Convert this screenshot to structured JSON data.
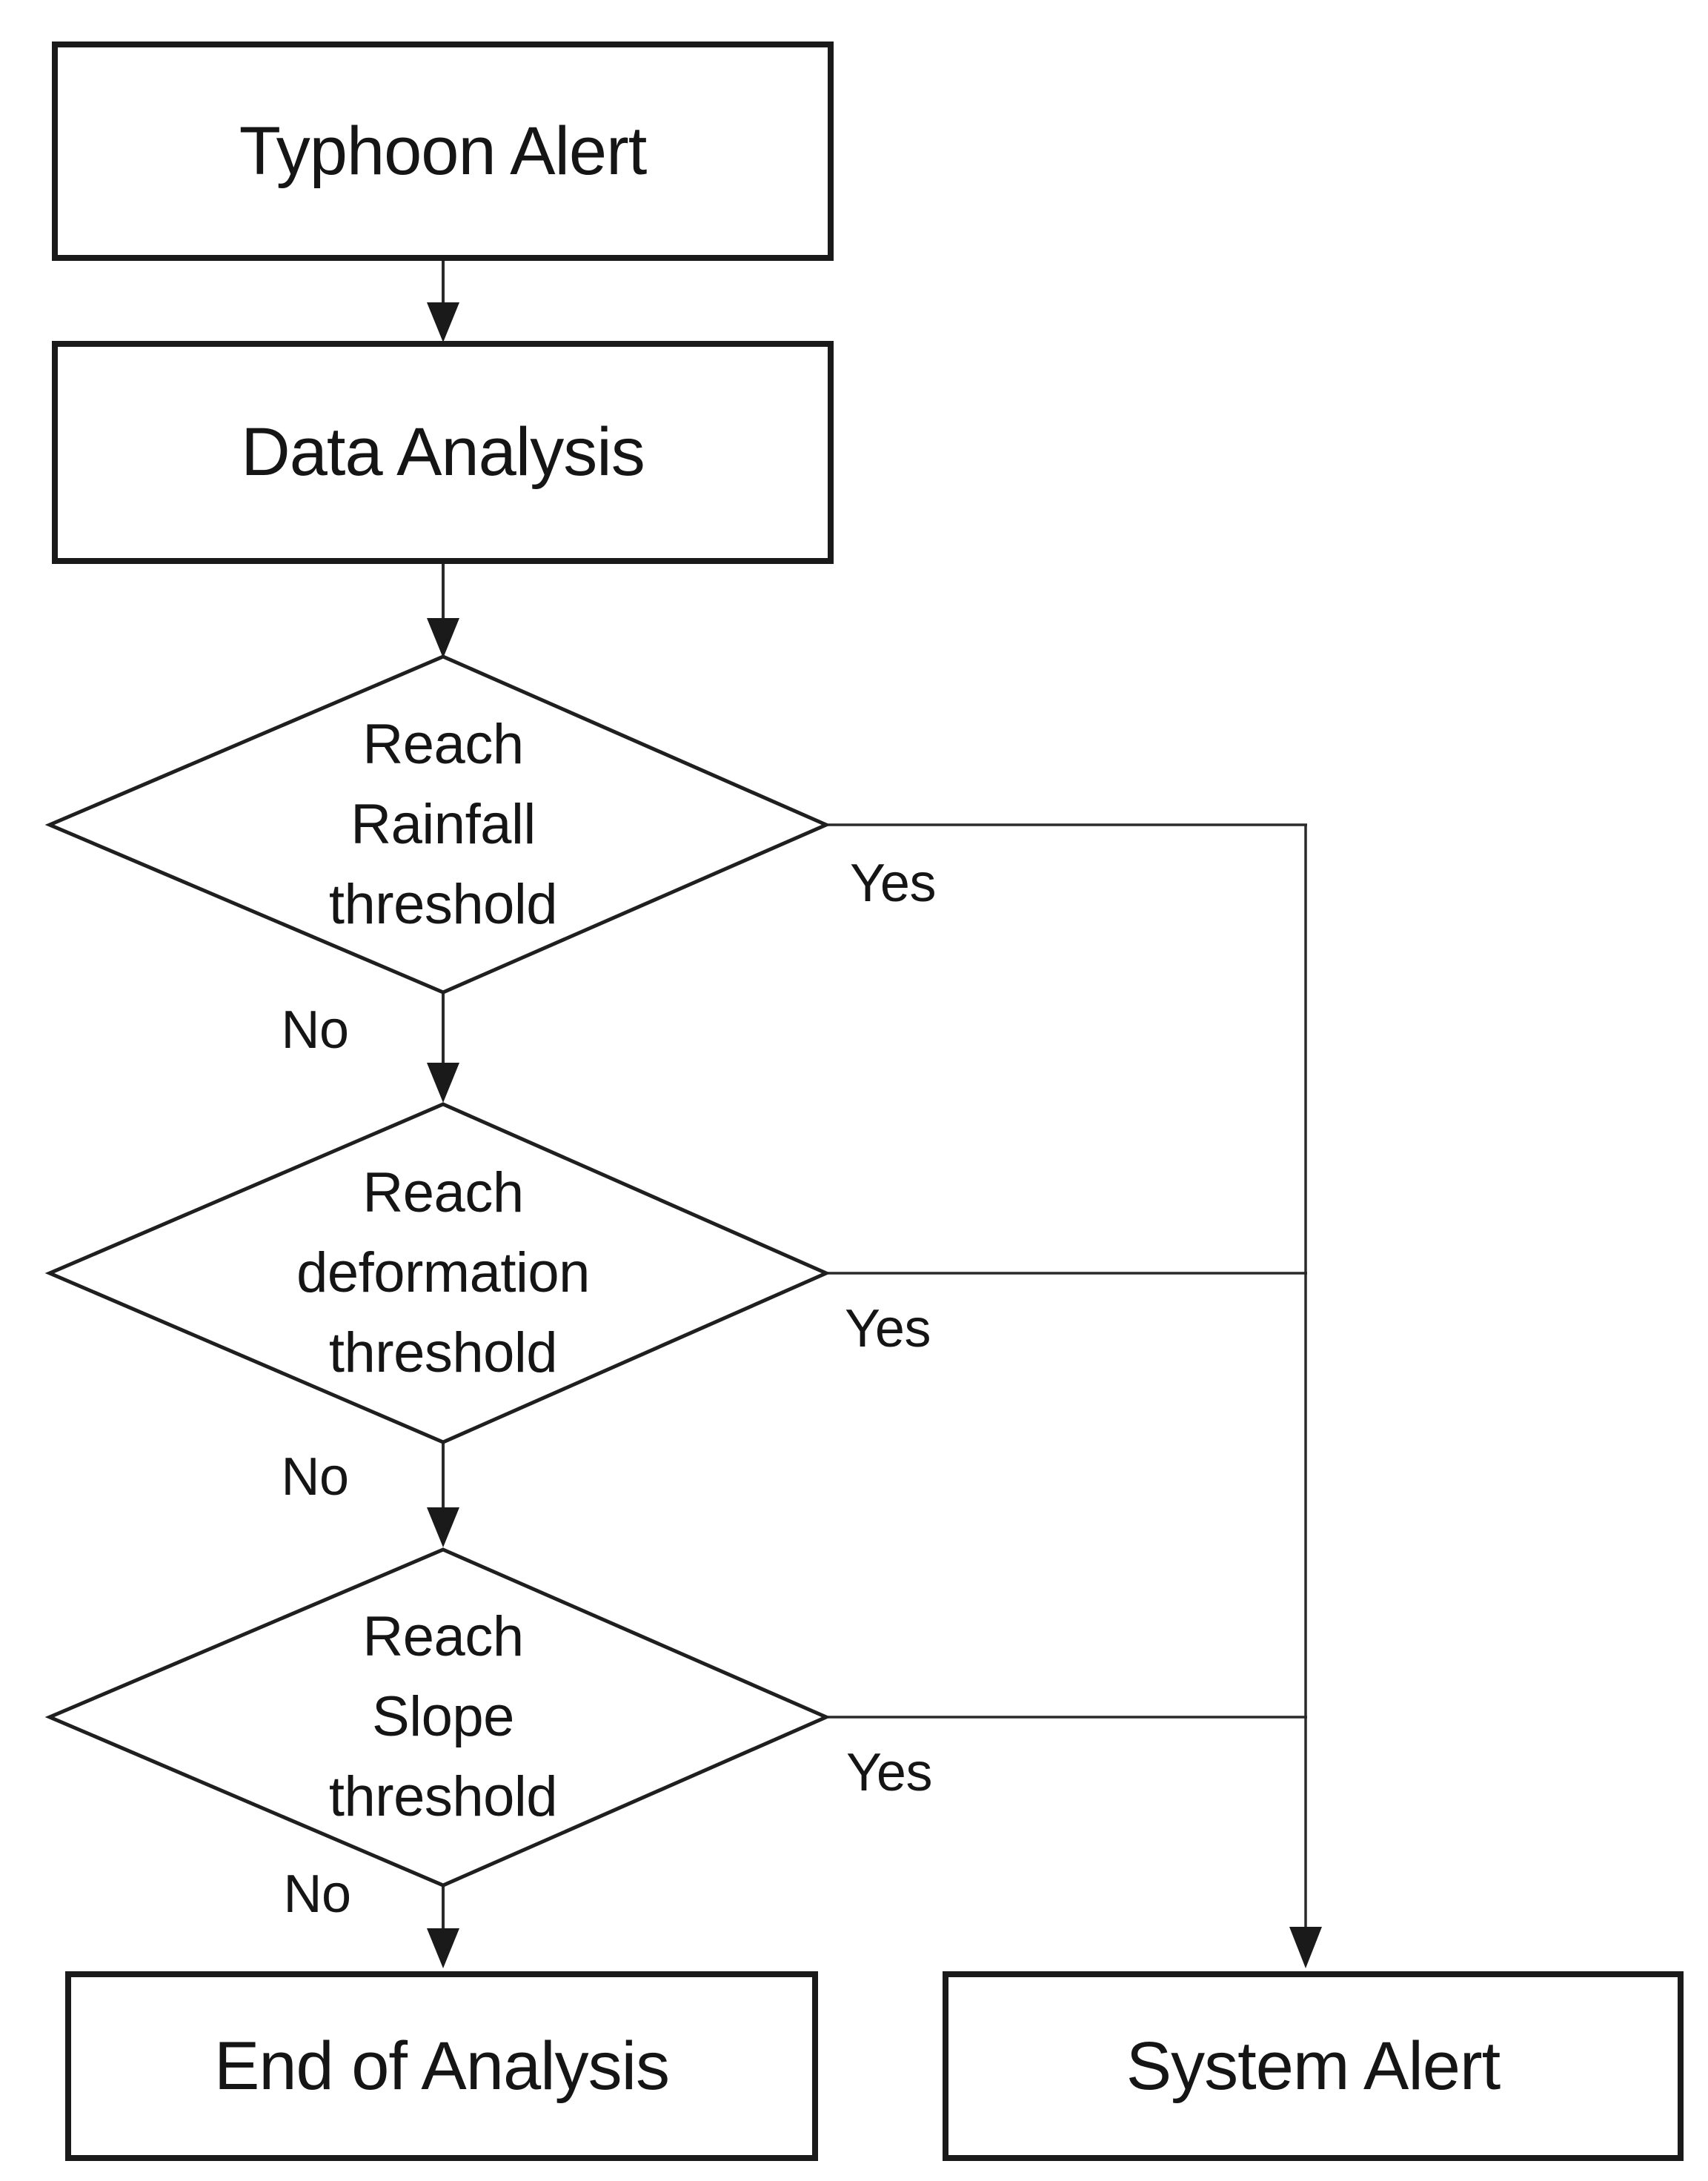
{
  "colors": {
    "background": "#ffffff",
    "line": "#2a2a2a",
    "shape_stroke": "#1f1f1f",
    "text": "#151515"
  },
  "nodes": {
    "typhoon_alert": {
      "label": "Typhoon Alert"
    },
    "data_analysis": {
      "label": "Data Analysis"
    },
    "rainfall_threshold": {
      "lines": [
        "Reach",
        "Rainfall",
        "threshold"
      ]
    },
    "deformation_threshold": {
      "lines": [
        "Reach",
        "deformation",
        "threshold"
      ]
    },
    "slope_threshold": {
      "lines": [
        "Reach",
        "Slope",
        "threshold"
      ]
    },
    "end_of_analysis": {
      "label": "End of Analysis"
    },
    "system_alert": {
      "label": "System Alert"
    }
  },
  "edge_labels": {
    "rainfall_yes": "Yes",
    "rainfall_no": "No",
    "deformation_yes": "Yes",
    "deformation_no": "No",
    "slope_yes": "Yes",
    "slope_no": "No"
  }
}
